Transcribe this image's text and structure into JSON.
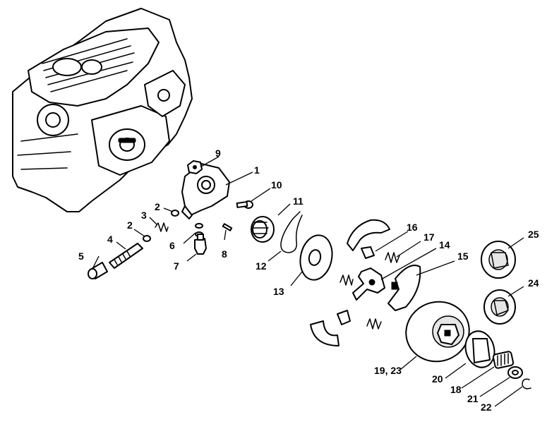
{
  "callouts": {
    "c1": "1",
    "c2a": "2",
    "c2b": "2",
    "c3": "3",
    "c4": "4",
    "c5": "5",
    "c6": "6",
    "c7": "7",
    "c8": "8",
    "c9": "9",
    "c10": "10",
    "c11": "11",
    "c12": "12",
    "c13": "13",
    "c14": "14",
    "c15": "15",
    "c16": "16",
    "c17": "17",
    "c18": "18",
    "c19_23": "19, 23",
    "c20": "20",
    "c21": "21",
    "c22": "22",
    "c24": "24",
    "c25": "25"
  }
}
